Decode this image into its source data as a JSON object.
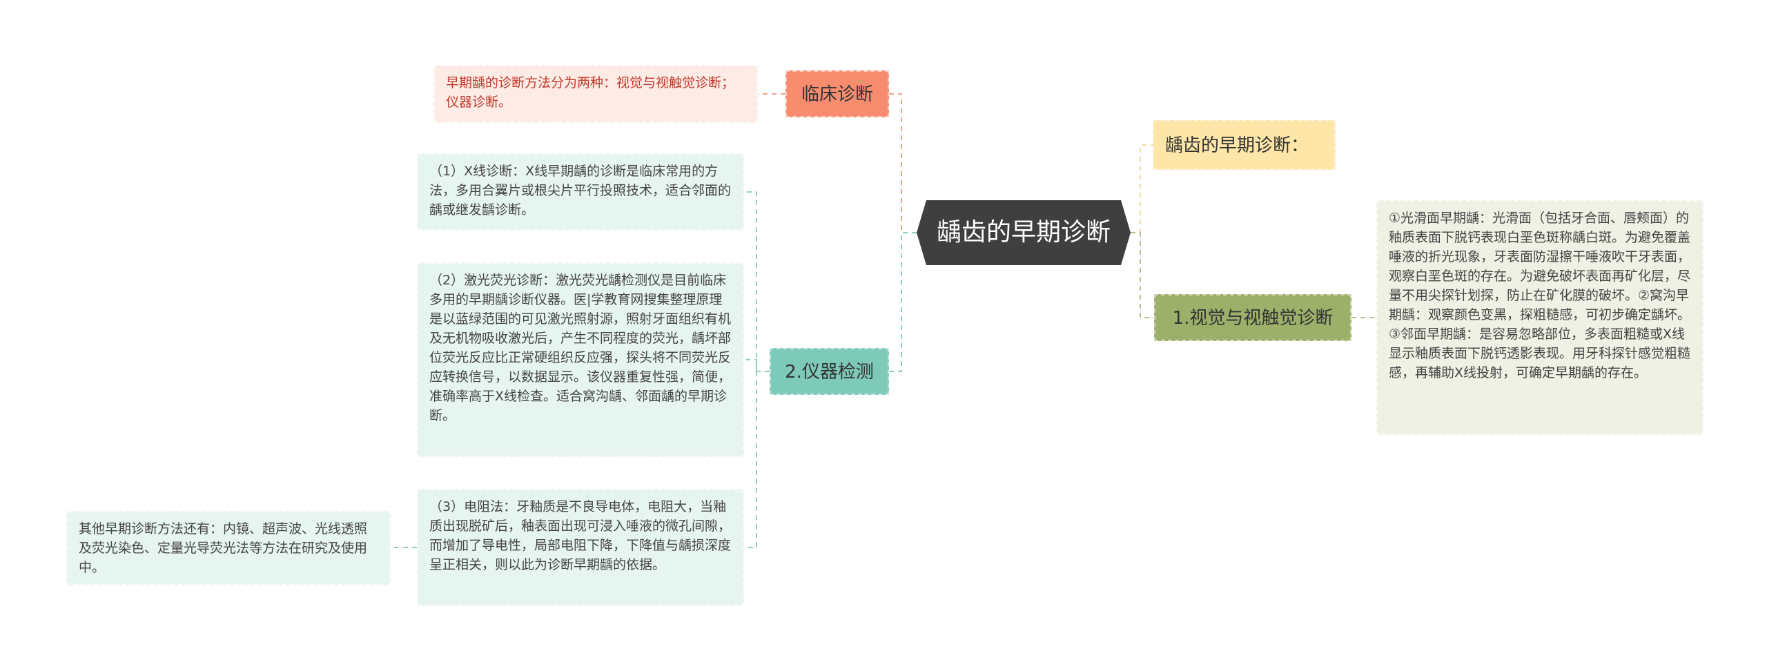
{
  "center": {
    "label": "龋齿的早期诊断"
  },
  "branches": {
    "clinical": {
      "label": "临床诊断"
    },
    "instrument": {
      "label": "2.仪器检测"
    },
    "early_title": {
      "label": "龋齿的早期诊断："
    },
    "visual": {
      "label": "1.视觉与视触觉诊断"
    }
  },
  "leaves": {
    "clinical": "早期龋的诊断方法分为两种：视觉与视触觉诊断；仪器诊断。",
    "xray": "（1）X线诊断：X线早期龋的诊断是临床常用的方法，多用合翼片或根尖片平行投照技术，适合邻面的龋或继发龋诊断。",
    "laser": "（2）激光荧光诊断：激光荧光龋检测仪是目前临床多用的早期龋诊断仪器。医|学教育网搜集整理原理是以蓝绿范围的可见激光照射源，照射牙面组织有机及无机物吸收激光后，产生不同程度的荧光，龋坏部位荧光反应比正常硬组织反应强，探头将不同荧光反应转换信号，以数据显示。该仪器重复性强，简便，准确率高于X线检查。适合窝沟龋、邻面龋的早期诊断。",
    "resist": "（3）电阻法：牙釉质是不良导电体，电阻大，当釉质出现脱矿后，釉表面出现可浸入唾液的微孔间隙，而增加了导电性，局部电阻下降，下降值与龋损深度呈正相关，则以此为诊断早期龋的依据。",
    "other": "其他早期诊断方法还有：内镜、超声波、光线透照及荧光染色、定量光导荧光法等方法在研究及使用中。",
    "visual": "①光滑面早期龋：光滑面（包括牙合面、唇颊面）的釉质表面下脱钙表现白垩色斑称龋白斑。为避免覆盖唾液的折光现象，牙表面防湿擦干唾液吹干牙表面，观察白垩色斑的存在。为避免破坏表面再矿化层，尽量不用尖探针划探，防止在矿化膜的破坏。②窝沟早期龋：观察颜色变黑，探粗糙感，可初步确定龋坏。③邻面早期龋：是容易忽略部位，多表面粗糙或X线显示釉质表面下脱钙透影表现。用牙科探针感觉粗糙感，再辅助X线投射，可确定早期龋的存在。"
  },
  "colors": {
    "center_bg": "#3f3f3f",
    "clinical": "#f88c6e",
    "instrument": "#7ecab9",
    "early_title": "#fde6a8",
    "visual": "#9db06a",
    "link_clinical": "#f2a287",
    "link_instrument": "#8ccfbf",
    "link_visual": "#b5c08a",
    "link_early": "#f4dca0"
  }
}
